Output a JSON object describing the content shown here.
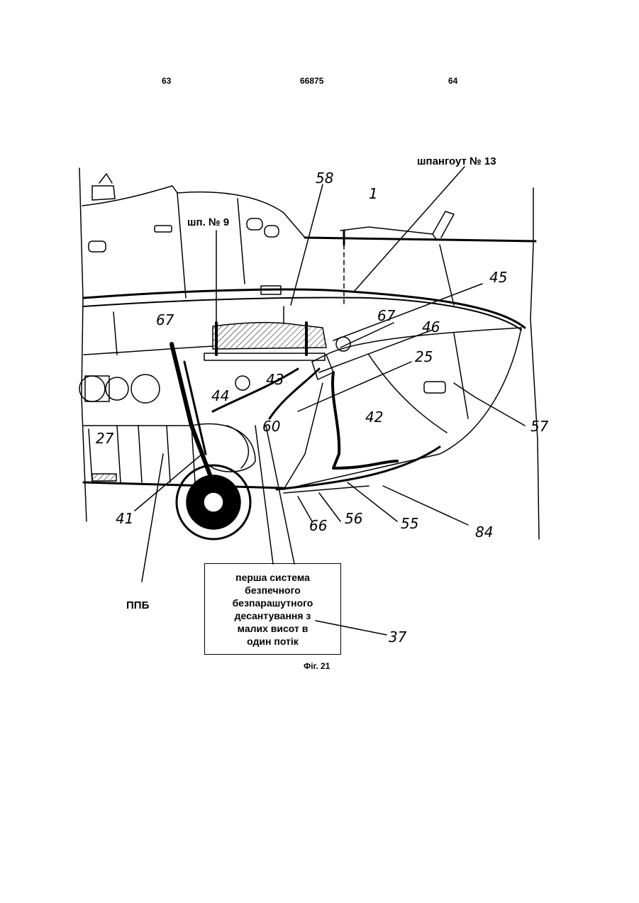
{
  "header": {
    "left_page": "63",
    "patent_number": "66875",
    "right_page": "64"
  },
  "labels": {
    "frame13": "шпангоут № 13",
    "frame9": "шп. № 9",
    "ppb": "ППБ",
    "n1": "1",
    "n58": "58",
    "n45": "45",
    "n67a": "67",
    "n67b": "67",
    "n46": "46",
    "n25": "25",
    "n43": "43",
    "n44": "44",
    "n60": "60",
    "n42": "42",
    "n57": "57",
    "n27": "27",
    "n41": "41",
    "n66": "66",
    "n56": "56",
    "n55": "55",
    "n84": "84",
    "n37": "37"
  },
  "caption_box_lines": [
    "перша система",
    "безпечного",
    "безпарашутного",
    "десантування з",
    "малих висот в",
    "один потік"
  ],
  "figure_caption": "Фіг. 21"
}
